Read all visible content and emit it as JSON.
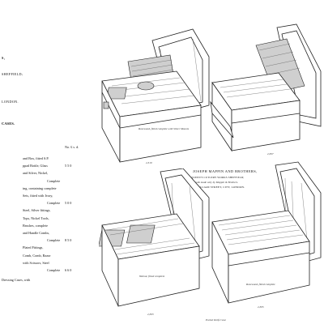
{
  "left": {
    "heading": "S,",
    "line_sheffield": "SHEFFIELD;",
    "line_london": "LONDON.",
    "section_title": "CASES.",
    "price_head": "No. £ s. d.",
    "entries": [
      {
        "text": "and Box, fitted S.P.",
        "price": ""
      },
      {
        "text": "ppad Bottle, Glass",
        "price": "5  5  0"
      },
      {
        "text": "and Silver, Nickel,",
        "price": ""
      },
      {
        "text": "Complete",
        "price": ""
      },
      {
        "text": "ing, containing complete",
        "price": ""
      },
      {
        "text": "Sets, fitted with Ivory,",
        "price": ""
      },
      {
        "text": "Complete",
        "price": "5  0  0"
      },
      {
        "text": "Steel, Silver fittings,",
        "price": ""
      },
      {
        "text": "Tops, Nickel Tools,",
        "price": ""
      },
      {
        "text": "Brushes, complete",
        "price": ""
      },
      {
        "text": "and Handle Combs,",
        "price": ""
      },
      {
        "text": "Complete",
        "price": "8  5  0"
      },
      {
        "text": "Plated Fittings,",
        "price": ""
      },
      {
        "text": "Comb, Comb, Razor",
        "price": ""
      },
      {
        "text": "with Scissors, Steel",
        "price": ""
      },
      {
        "text": "Complete",
        "price": "6  6  0"
      }
    ],
    "footnote": "Dressing Cases, with"
  },
  "center": {
    "firm_line": "JOSEPH MAPPIN AND BROTHERS,",
    "sub_line": "QUEEN'S CUTLERY WORKS SHEFFIELD;",
    "sub_line2": "Goods made only by Mappin & Brothers.",
    "address_line": "KING WILLIAM STREET, CITY, LONDON."
  },
  "captions": {
    "box_tl": "Rosewood, fitted complete with Silver Mounts",
    "box_tl_no": "2,310",
    "box_tr_no": "2,307",
    "box_bl": "Walnut, fitted complete",
    "box_bl_no": "2,303",
    "box_br": "Rosewood, fitted complete",
    "box_br_no": "2,305",
    "bottom": "Pocket Knife Case"
  }
}
